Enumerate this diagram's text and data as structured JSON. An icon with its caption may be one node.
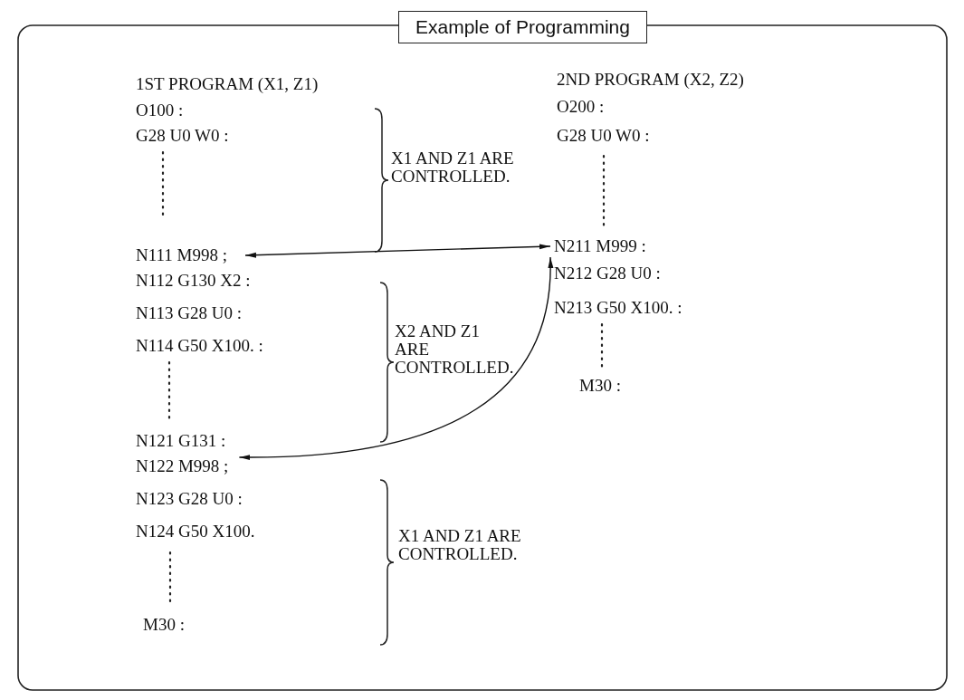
{
  "diagram": {
    "title": "Example of Programming",
    "nodes": [
      {
        "text": [
          "N111 M998 ;"
        ]
      },
      {
        "text": [
          "N211 M999 :"
        ]
      },
      {
        "text": [
          "N122 M998 ;"
        ]
      }
    ],
    "edges": [
      {
        "from": 0,
        "to": 1,
        "arrow": "both"
      },
      {
        "from": 2,
        "to": 1,
        "arrow": "both"
      }
    ],
    "labels": [
      "1ST PROGRAM (X1, Z1)",
      "2ND PROGRAM (X2, Z2)",
      "O100 :",
      "O200 :",
      "G28 U0 W0 :",
      "G28 U0 W0 :",
      "X1 AND Z1 ARE CONTROLLED.",
      "N112 G130 X2 :",
      "N212 G28 U0 :",
      "N113 G28 U0 :",
      "N213 G50 X100. :",
      "X2 AND Z1 ARE CONTROLLED.",
      "N114 G50 X100. :",
      "M30 :",
      "N121 G131 :",
      "N123 G28 U0 :",
      "X1 AND Z1 ARE CONTROLLED.",
      "N124 G50 X100.",
      "M30 :"
    ]
  }
}
